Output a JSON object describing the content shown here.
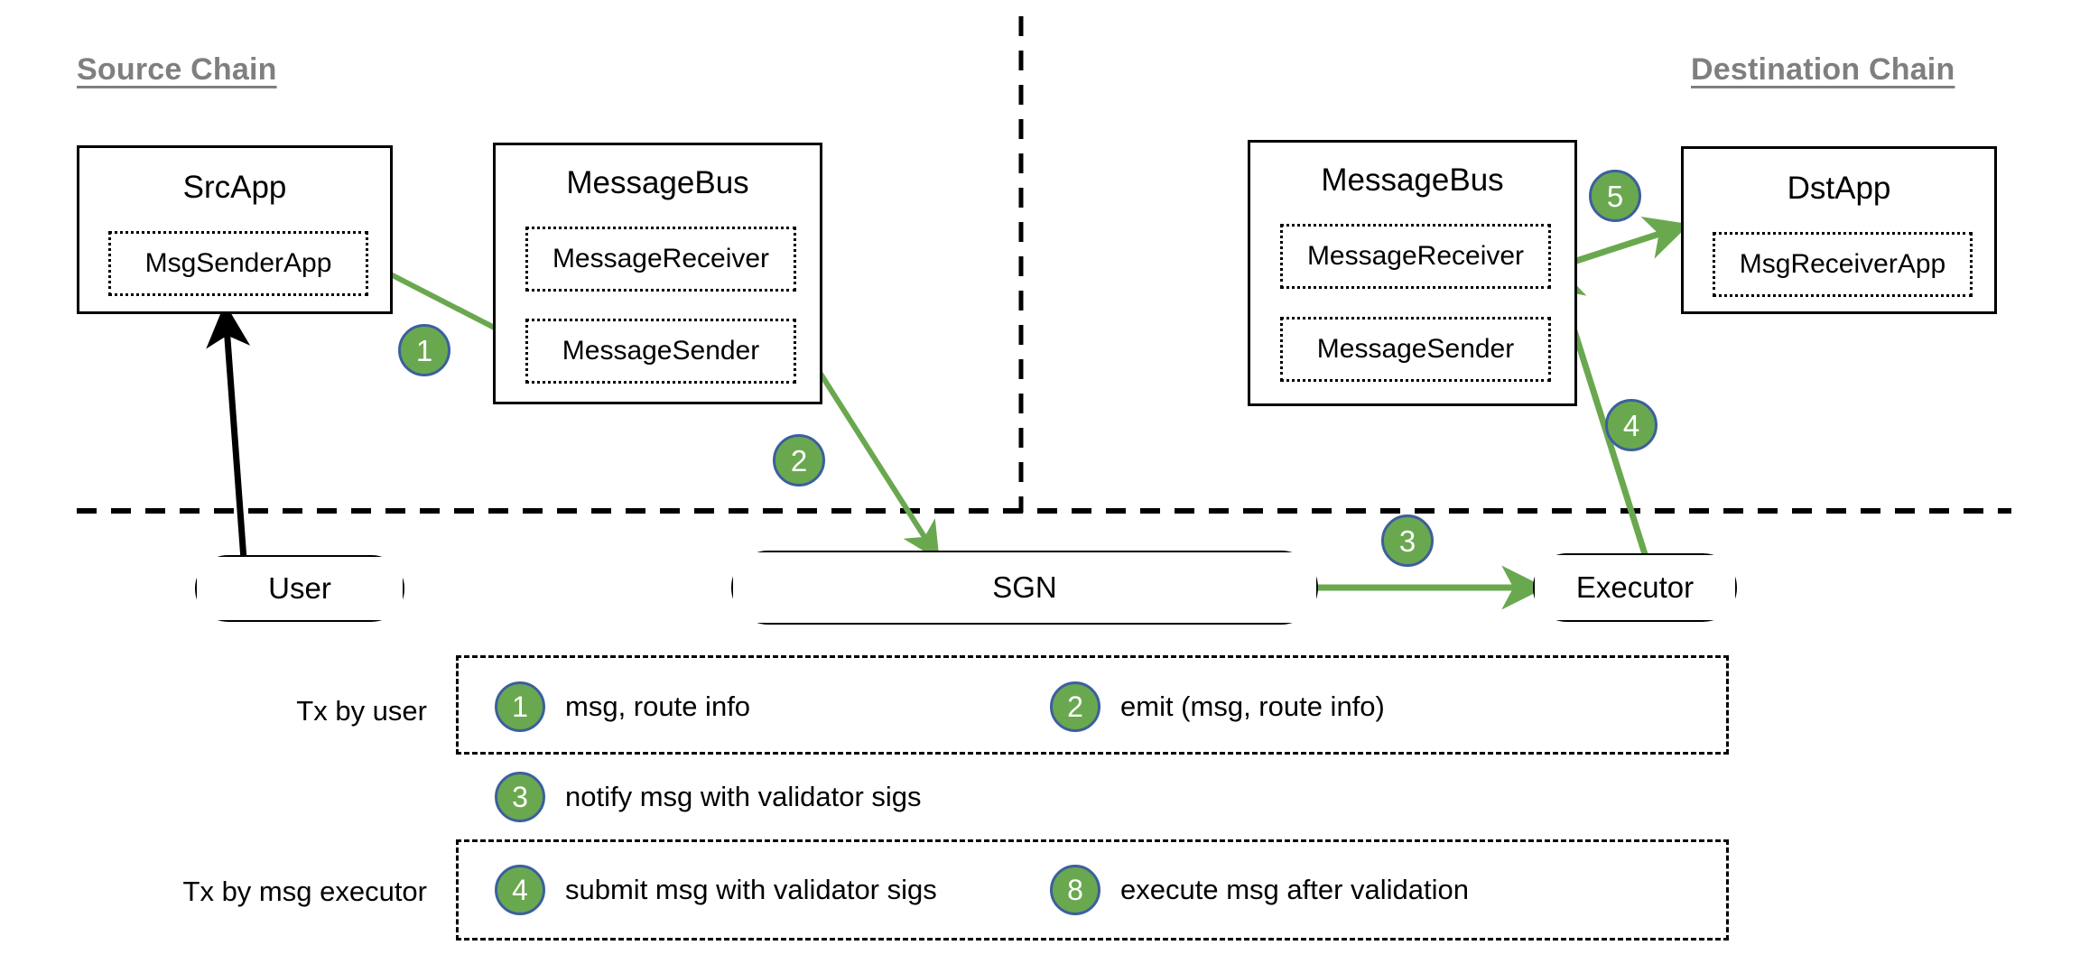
{
  "colors": {
    "arrow_green": "#6aa84f",
    "badge_fill": "#6aa84f",
    "badge_border": "#3c5f9e",
    "heading_gray": "#7f7f7f",
    "line_black": "#000000",
    "background": "#ffffff"
  },
  "headings": {
    "source_chain": "Source Chain",
    "destination_chain": "Destination Chain"
  },
  "source": {
    "src_app": {
      "title": "SrcApp",
      "components": [
        "MsgSenderApp"
      ]
    },
    "message_bus": {
      "title": "MessageBus",
      "components": [
        "MessageReceiver",
        "MessageSender"
      ]
    }
  },
  "destination": {
    "message_bus": {
      "title": "MessageBus",
      "components": [
        "MessageReceiver",
        "MessageSender"
      ]
    },
    "dst_app": {
      "title": "DstApp",
      "components": [
        "MsgReceiverApp"
      ]
    }
  },
  "offchain": {
    "user": "User",
    "sgn": "SGN",
    "executor": "Executor"
  },
  "flow_badges": [
    {
      "id": "1",
      "number": "1"
    },
    {
      "id": "2",
      "number": "2"
    },
    {
      "id": "3",
      "number": "3"
    },
    {
      "id": "4",
      "number": "4"
    },
    {
      "id": "5",
      "number": "5"
    }
  ],
  "legend": {
    "row1_label": "Tx by user",
    "row3_label": "Tx by msg executor",
    "entries": [
      {
        "number": "1",
        "text": "msg, route info"
      },
      {
        "number": "2",
        "text": "emit (msg, route info)"
      },
      {
        "number": "3",
        "text": "notify msg with validator sigs"
      },
      {
        "number": "4",
        "text": "submit msg with validator sigs"
      },
      {
        "number": "8",
        "text": "execute msg after validation"
      }
    ]
  }
}
